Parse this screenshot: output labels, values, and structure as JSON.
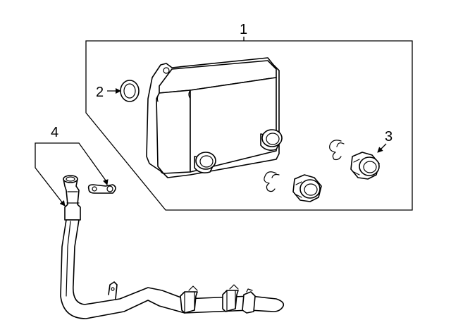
{
  "diagram": {
    "callouts": {
      "oil_cooler_assembly": "1",
      "seal": "2",
      "fitting": "3",
      "cooler_line": "4"
    }
  }
}
